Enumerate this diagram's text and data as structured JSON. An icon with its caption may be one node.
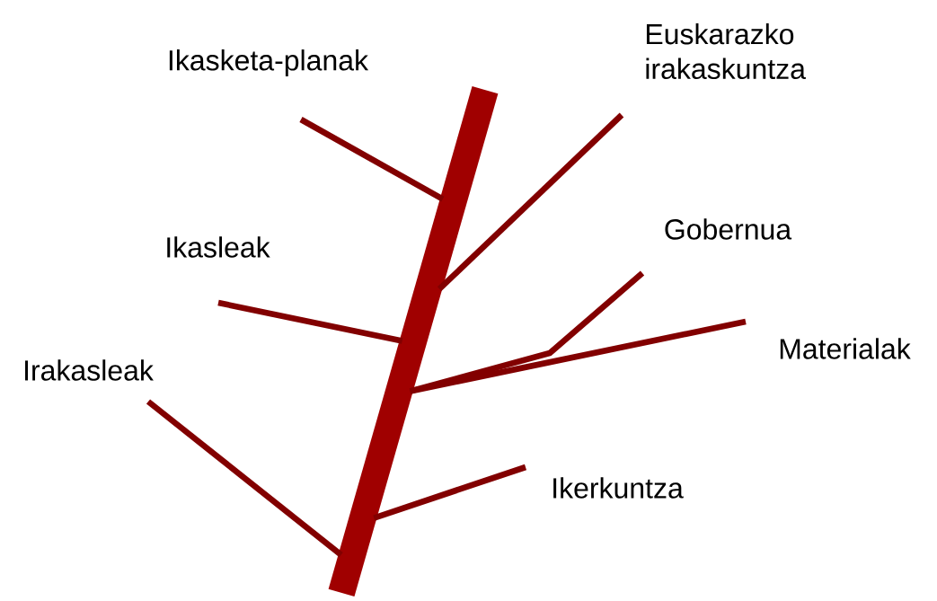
{
  "diagram": {
    "nodes": [
      {
        "text": [
          "Ikasketa-planak"
        ]
      },
      {
        "text": [
          "Euskarazko irakaskuntza"
        ]
      },
      {
        "text": [
          "Gobernua"
        ]
      },
      {
        "text": [
          "Ikasleak"
        ]
      },
      {
        "text": [
          "Materialak"
        ]
      },
      {
        "text": [
          "Irakasleak"
        ]
      },
      {
        "text": [
          "Ikerkuntza"
        ]
      },
      {
        "text": [],
        "shape": "bar"
      }
    ],
    "edges": [
      {
        "from": 0,
        "to": 7,
        "arrow": "none"
      },
      {
        "from": 1,
        "to": 7,
        "arrow": "none"
      },
      {
        "from": 2,
        "to": 7,
        "arrow": "none"
      },
      {
        "from": 3,
        "to": 7,
        "arrow": "none"
      },
      {
        "from": 4,
        "to": 7,
        "arrow": "none"
      },
      {
        "from": 5,
        "to": 7,
        "arrow": "none"
      },
      {
        "from": 6,
        "to": 7,
        "arrow": "none"
      }
    ]
  }
}
